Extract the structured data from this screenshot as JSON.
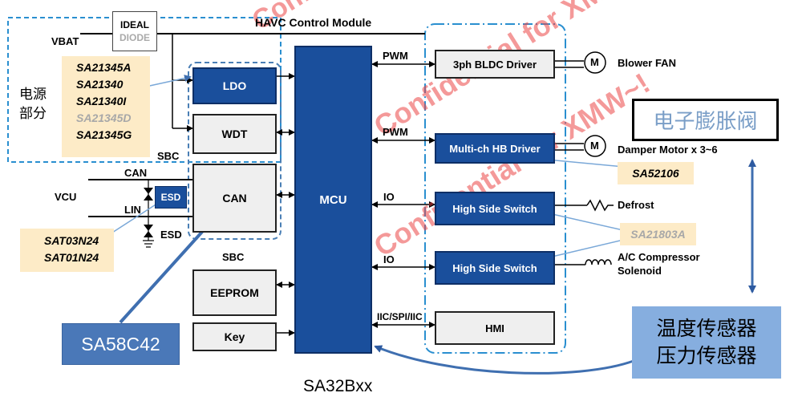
{
  "module_title": "HAVC Control Module",
  "ideal_diode": {
    "line1": "IDEAL",
    "line2": "DIODE"
  },
  "power_section": {
    "label_line1": "电源",
    "label_line2": "部分",
    "vbat": "VBAT"
  },
  "power_parts": [
    "SA21345A",
    "SA21340",
    "SA21340I",
    "SA21345D",
    "SA21345G"
  ],
  "sbc_labels": {
    "upper": "SBC",
    "lower": "SBC"
  },
  "blocks": {
    "ldo": "LDO",
    "wdt": "WDT",
    "can": "CAN",
    "eeprom": "EEPROM",
    "key": "Key",
    "mcu": "MCU",
    "bldc": "3ph BLDC Driver",
    "hb": "Multi-ch HB Driver",
    "hss1": "High Side Switch",
    "hss2": "High Side Switch",
    "hmi": "HMI"
  },
  "signals": {
    "can": "CAN",
    "lin": "LIN",
    "vcu": "VCU",
    "esd1": "ESD",
    "esd2": "ESD",
    "pwm1": "PWM",
    "pwm2": "PWM",
    "io1": "IO",
    "io2": "IO",
    "iic": "IIC/SPI/IIC"
  },
  "loads": {
    "blower": "Blower FAN",
    "damper": "Damper Motor x 3~6",
    "defrost": "Defrost",
    "ac_line1": "A/C Compressor",
    "ac_line2": "Solenoid",
    "motor_symbol": "M"
  },
  "parts": {
    "esd_parts": [
      "SAT03N24",
      "SAT01N24"
    ],
    "hb": "SA52106",
    "hss": "SA21803A",
    "can": "SA58C42",
    "mcu": "SA32Bxx"
  },
  "callouts": {
    "expansion_valve": "电子膨胀阀",
    "sensor_line1": "温度传感器",
    "sensor_line2": "压力传感器"
  },
  "watermark": "Confidential for XMW~!",
  "colors": {
    "block_blue": "#1a4f9c",
    "note_bg": "#fdebc7",
    "callout_blue": "#4a78b8",
    "watermark": "#eb4646"
  }
}
